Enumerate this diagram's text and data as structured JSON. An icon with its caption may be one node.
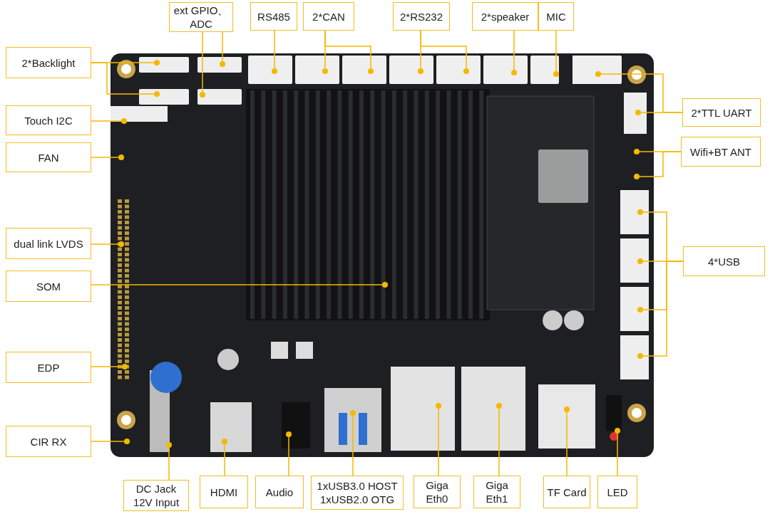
{
  "diagram": {
    "nodes": [
      {
        "text": [],
        "shape": "picture"
      },
      {
        "text": [
          "2*Backlight"
        ]
      },
      {
        "text": [
          "ext GPIO、ADC"
        ]
      },
      {
        "text": [
          "RS485"
        ]
      },
      {
        "text": [
          "2*CAN"
        ]
      },
      {
        "text": [
          "2*RS232"
        ]
      },
      {
        "text": [
          "2*speaker"
        ]
      },
      {
        "text": [
          "MIC"
        ]
      },
      {
        "text": [
          "2*TTL UART"
        ]
      },
      {
        "text": [
          "Wifi+BT ANT"
        ]
      },
      {
        "text": [
          "Touch I2C"
        ]
      },
      {
        "text": [
          "FAN"
        ]
      },
      {
        "text": [
          "dual link LVDS"
        ]
      },
      {
        "text": [
          "SOM"
        ]
      },
      {
        "text": [
          "EDP"
        ]
      },
      {
        "text": [
          "CIR RX"
        ]
      },
      {
        "text": [
          "DC Jack 12V Input"
        ]
      },
      {
        "text": [
          "HDMI"
        ]
      },
      {
        "text": [
          "Audio"
        ]
      },
      {
        "text": [
          "1xUSB3.0 HOST 1xUSB2.0 OTG"
        ]
      },
      {
        "text": [
          "Giga Eth0"
        ]
      },
      {
        "text": [
          "Giga Eth1"
        ]
      },
      {
        "text": [
          "TF Card"
        ]
      },
      {
        "text": [
          "LED"
        ]
      },
      {
        "text": [
          "4*USB"
        ]
      }
    ],
    "edges": [
      {
        "from": 1,
        "to": 0,
        "arrow": "other"
      },
      {
        "from": 1,
        "to": 0,
        "arrow": "other"
      },
      {
        "from": 2,
        "to": 0,
        "arrow": "other"
      },
      {
        "from": 2,
        "to": 0,
        "arrow": "other"
      },
      {
        "from": 3,
        "to": 0,
        "arrow": "other"
      },
      {
        "from": 4,
        "to": 0,
        "arrow": "other"
      },
      {
        "from": 4,
        "to": 0,
        "arrow": "other"
      },
      {
        "from": 5,
        "to": 0,
        "arrow": "other"
      },
      {
        "from": 5,
        "to": 0,
        "arrow": "other"
      },
      {
        "from": 6,
        "to": 0,
        "arrow": "other"
      },
      {
        "from": 7,
        "to": 0,
        "arrow": "other"
      },
      {
        "from": 8,
        "to": 0,
        "arrow": "other"
      },
      {
        "from": 8,
        "to": 0,
        "arrow": "other"
      },
      {
        "from": 9,
        "to": 0,
        "arrow": "other"
      },
      {
        "from": 9,
        "to": 0,
        "arrow": "other"
      },
      {
        "from": 10,
        "to": 0,
        "arrow": "other"
      },
      {
        "from": 11,
        "to": 0,
        "arrow": "other"
      },
      {
        "from": 12,
        "to": 0,
        "arrow": "other"
      },
      {
        "from": 13,
        "to": 0,
        "arrow": "other"
      },
      {
        "from": 14,
        "to": 0,
        "arrow": "other"
      },
      {
        "from": 15,
        "to": 0,
        "arrow": "other"
      },
      {
        "from": 16,
        "to": 0,
        "arrow": "other"
      },
      {
        "from": 17,
        "to": 0,
        "arrow": "other"
      },
      {
        "from": 18,
        "to": 0,
        "arrow": "other"
      },
      {
        "from": 19,
        "to": 0,
        "arrow": "other"
      },
      {
        "from": 20,
        "to": 0,
        "arrow": "other"
      },
      {
        "from": 21,
        "to": 0,
        "arrow": "other"
      },
      {
        "from": 22,
        "to": 0,
        "arrow": "other"
      },
      {
        "from": 23,
        "to": 0,
        "arrow": "other"
      },
      {
        "from": 24,
        "to": 0,
        "arrow": "other"
      },
      {
        "from": 24,
        "to": 0,
        "arrow": "other"
      },
      {
        "from": 24,
        "to": 0,
        "arrow": "other"
      },
      {
        "from": 24,
        "to": 0,
        "arrow": "other"
      }
    ]
  }
}
